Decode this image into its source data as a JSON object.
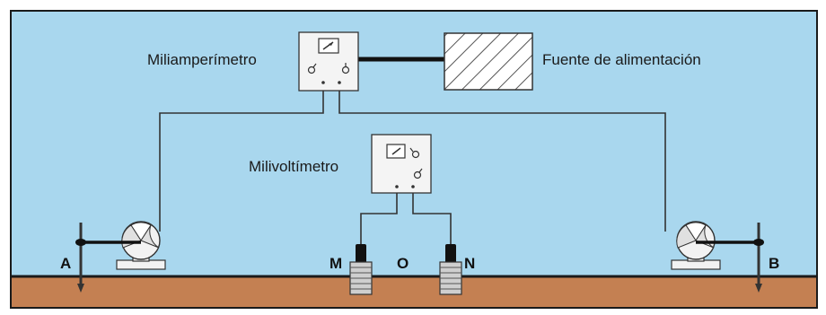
{
  "diagram": {
    "labels": {
      "milliammeter": "Miliamperímetro",
      "power_source": "Fuente de alimentación",
      "millivoltmeter": "Milivoltímetro",
      "electrode_a": "A",
      "electrode_b": "B",
      "electrode_m": "M",
      "center_o": "O",
      "electrode_n": "N"
    },
    "colors": {
      "sky": "#a9d7ee",
      "ground": "#c48052",
      "frame": "#1a1a1a",
      "instrument": "#f4f4f4",
      "wire": "#333333"
    }
  }
}
